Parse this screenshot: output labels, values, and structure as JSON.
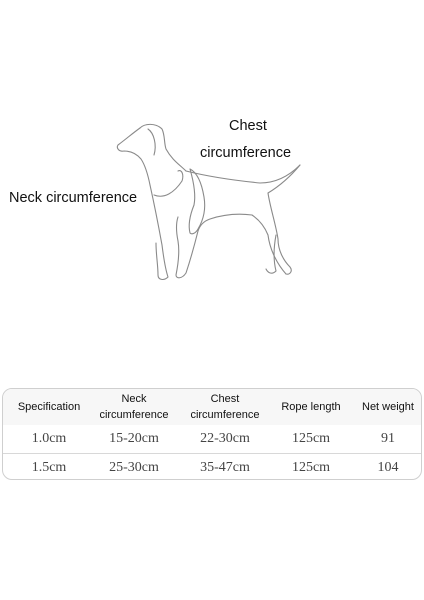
{
  "diagram": {
    "chest_label_line1": "Chest",
    "chest_label_line2": "circumference",
    "neck_label": "Neck circumference"
  },
  "table": {
    "headers": [
      {
        "line1": "Specification"
      },
      {
        "line1": "Neck",
        "line2": "circumference"
      },
      {
        "line1": "Chest",
        "line2": "circumference"
      },
      {
        "line1": "Rope length"
      },
      {
        "line1": "Net weight"
      }
    ],
    "rows": [
      [
        "1.0cm",
        "15-20cm",
        "22-30cm",
        "125cm",
        "91"
      ],
      [
        "1.5cm",
        "25-30cm",
        "35-47cm",
        "125cm",
        "104"
      ]
    ]
  }
}
